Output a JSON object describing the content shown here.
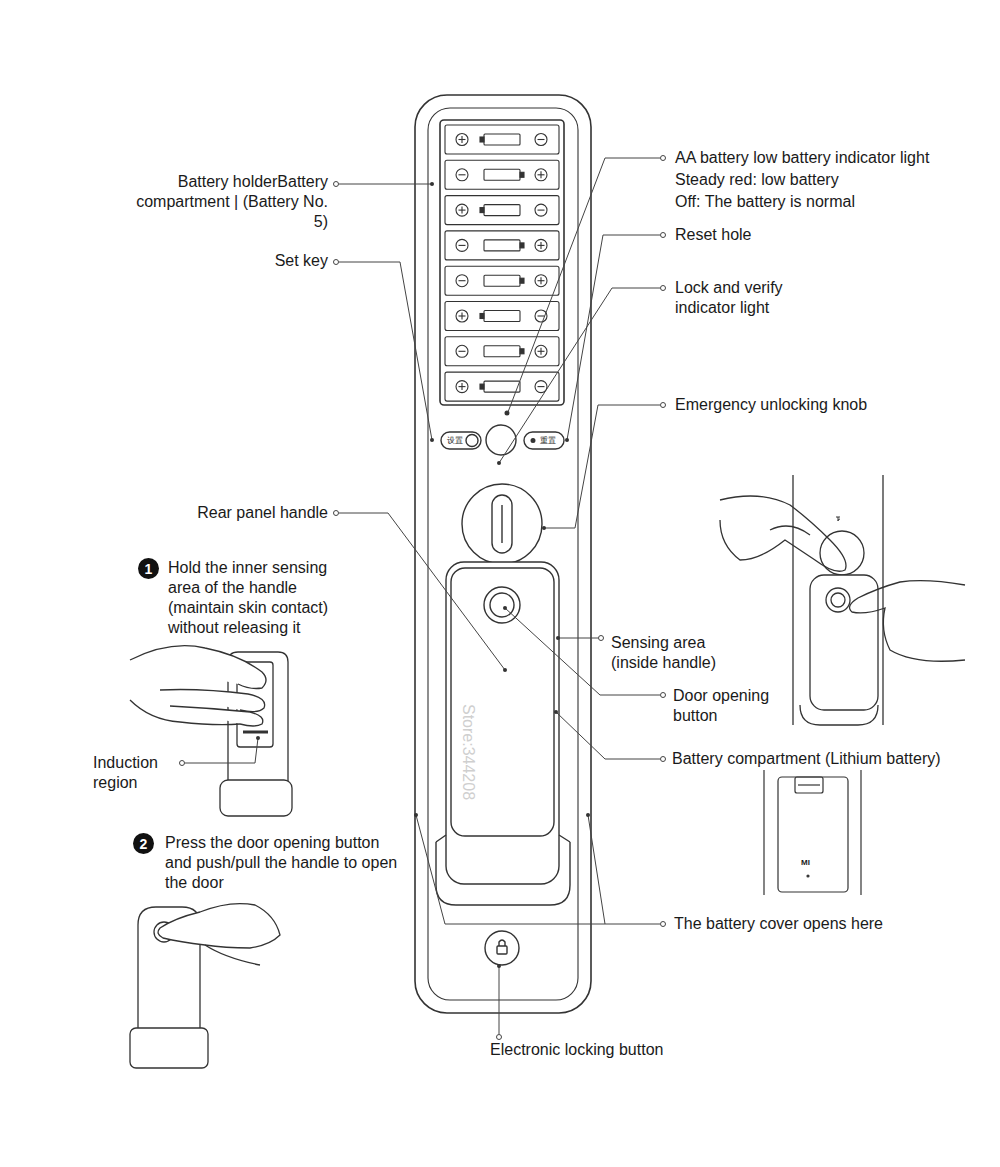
{
  "diagram": {
    "nodes": [
      {
        "text": [
          "1"
        ]
      },
      {
        "text": [
          "2"
        ]
      }
    ],
    "labels": [
      "Battery holderBattery compartment | (Battery No. 5)",
      "Set key",
      "AA battery low battery indicator light",
      "Steady red: low battery",
      "Off: The battery is normal",
      "Reset hole",
      "Lock and verify indicator light",
      "Emergency unlocking knob",
      "Rear panel handle",
      "Hold the inner sensing area of the handle (maintain skin contact) without releasing it",
      "Induction region",
      "Press the door opening button and push/pull the handle to open the door",
      "Sensing area (inside handle)",
      "Door opening button",
      "Battery compartment (Lithium battery)",
      "The battery cover opens here",
      "Electronic locking button",
      "设置",
      "重置",
      "Store:344208",
      "MI"
    ]
  }
}
